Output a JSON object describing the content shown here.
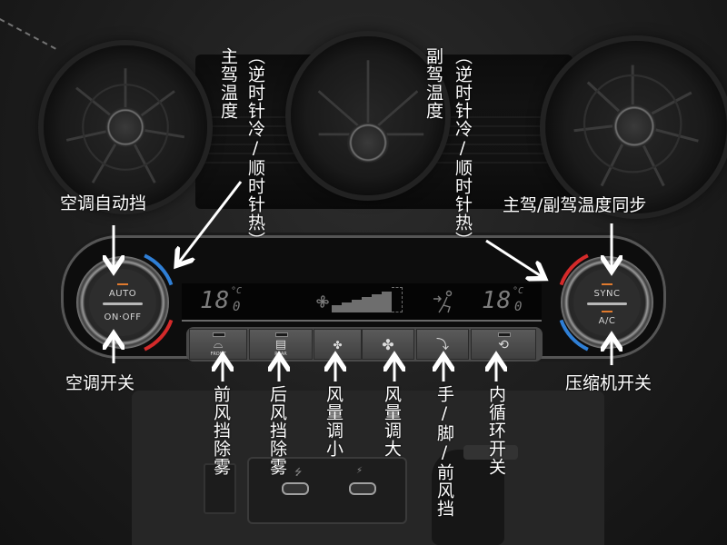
{
  "scene": {
    "description_labels": {
      "driver_temp": "主驾温度",
      "driver_temp_note": "（逆时针冷/顺时针热）",
      "passenger_temp": "副驾温度",
      "passenger_temp_note": "（逆时针冷/顺时针热）",
      "auto_mode": "空调自动挡",
      "ac_power": "空调开关",
      "sync": "主驾/副驾温度同步",
      "compressor": "压缩机开关",
      "front_defrost": "前风挡除雾",
      "rear_defrost": "后风挡除雾",
      "fan_down": "风量调小",
      "fan_up": "风量调大",
      "airflow_mode": "手/脚/前风挡",
      "recirculation": "内循环开关"
    }
  },
  "control_panel": {
    "left_knob": {
      "top_label": "AUTO",
      "bottom_label": "ON·OFF"
    },
    "right_knob": {
      "top_label": "SYNC",
      "bottom_label": "A/C"
    },
    "display": {
      "driver_temp_int": "18",
      "driver_temp_dec": "0",
      "passenger_temp_int": "18",
      "passenger_temp_dec": "0",
      "unit": "°C",
      "fan_level": 6,
      "fan_level_max": 7
    },
    "buttons": [
      {
        "id": "front-defrost",
        "icon": "front-defrost-icon",
        "glyph": "⌓",
        "label": "FRONT"
      },
      {
        "id": "rear-defrost",
        "icon": "rear-defrost-icon",
        "glyph": "▤",
        "label": "REAR"
      },
      {
        "id": "fan-down",
        "icon": "fan-small-icon",
        "glyph": "✤",
        "label": ""
      },
      {
        "id": "fan-up",
        "icon": "fan-large-icon",
        "glyph": "✤",
        "label": ""
      },
      {
        "id": "airflow-mode",
        "icon": "seat-airflow-icon",
        "glyph": "⤵",
        "label": ""
      },
      {
        "id": "recirculation",
        "icon": "recirculation-car-icon",
        "glyph": "⟲",
        "label": ""
      }
    ]
  },
  "colors": {
    "cold": "#2f7fd6",
    "hot": "#d42a2a",
    "led": "#e07a2e",
    "annotation": "#ffffff"
  }
}
